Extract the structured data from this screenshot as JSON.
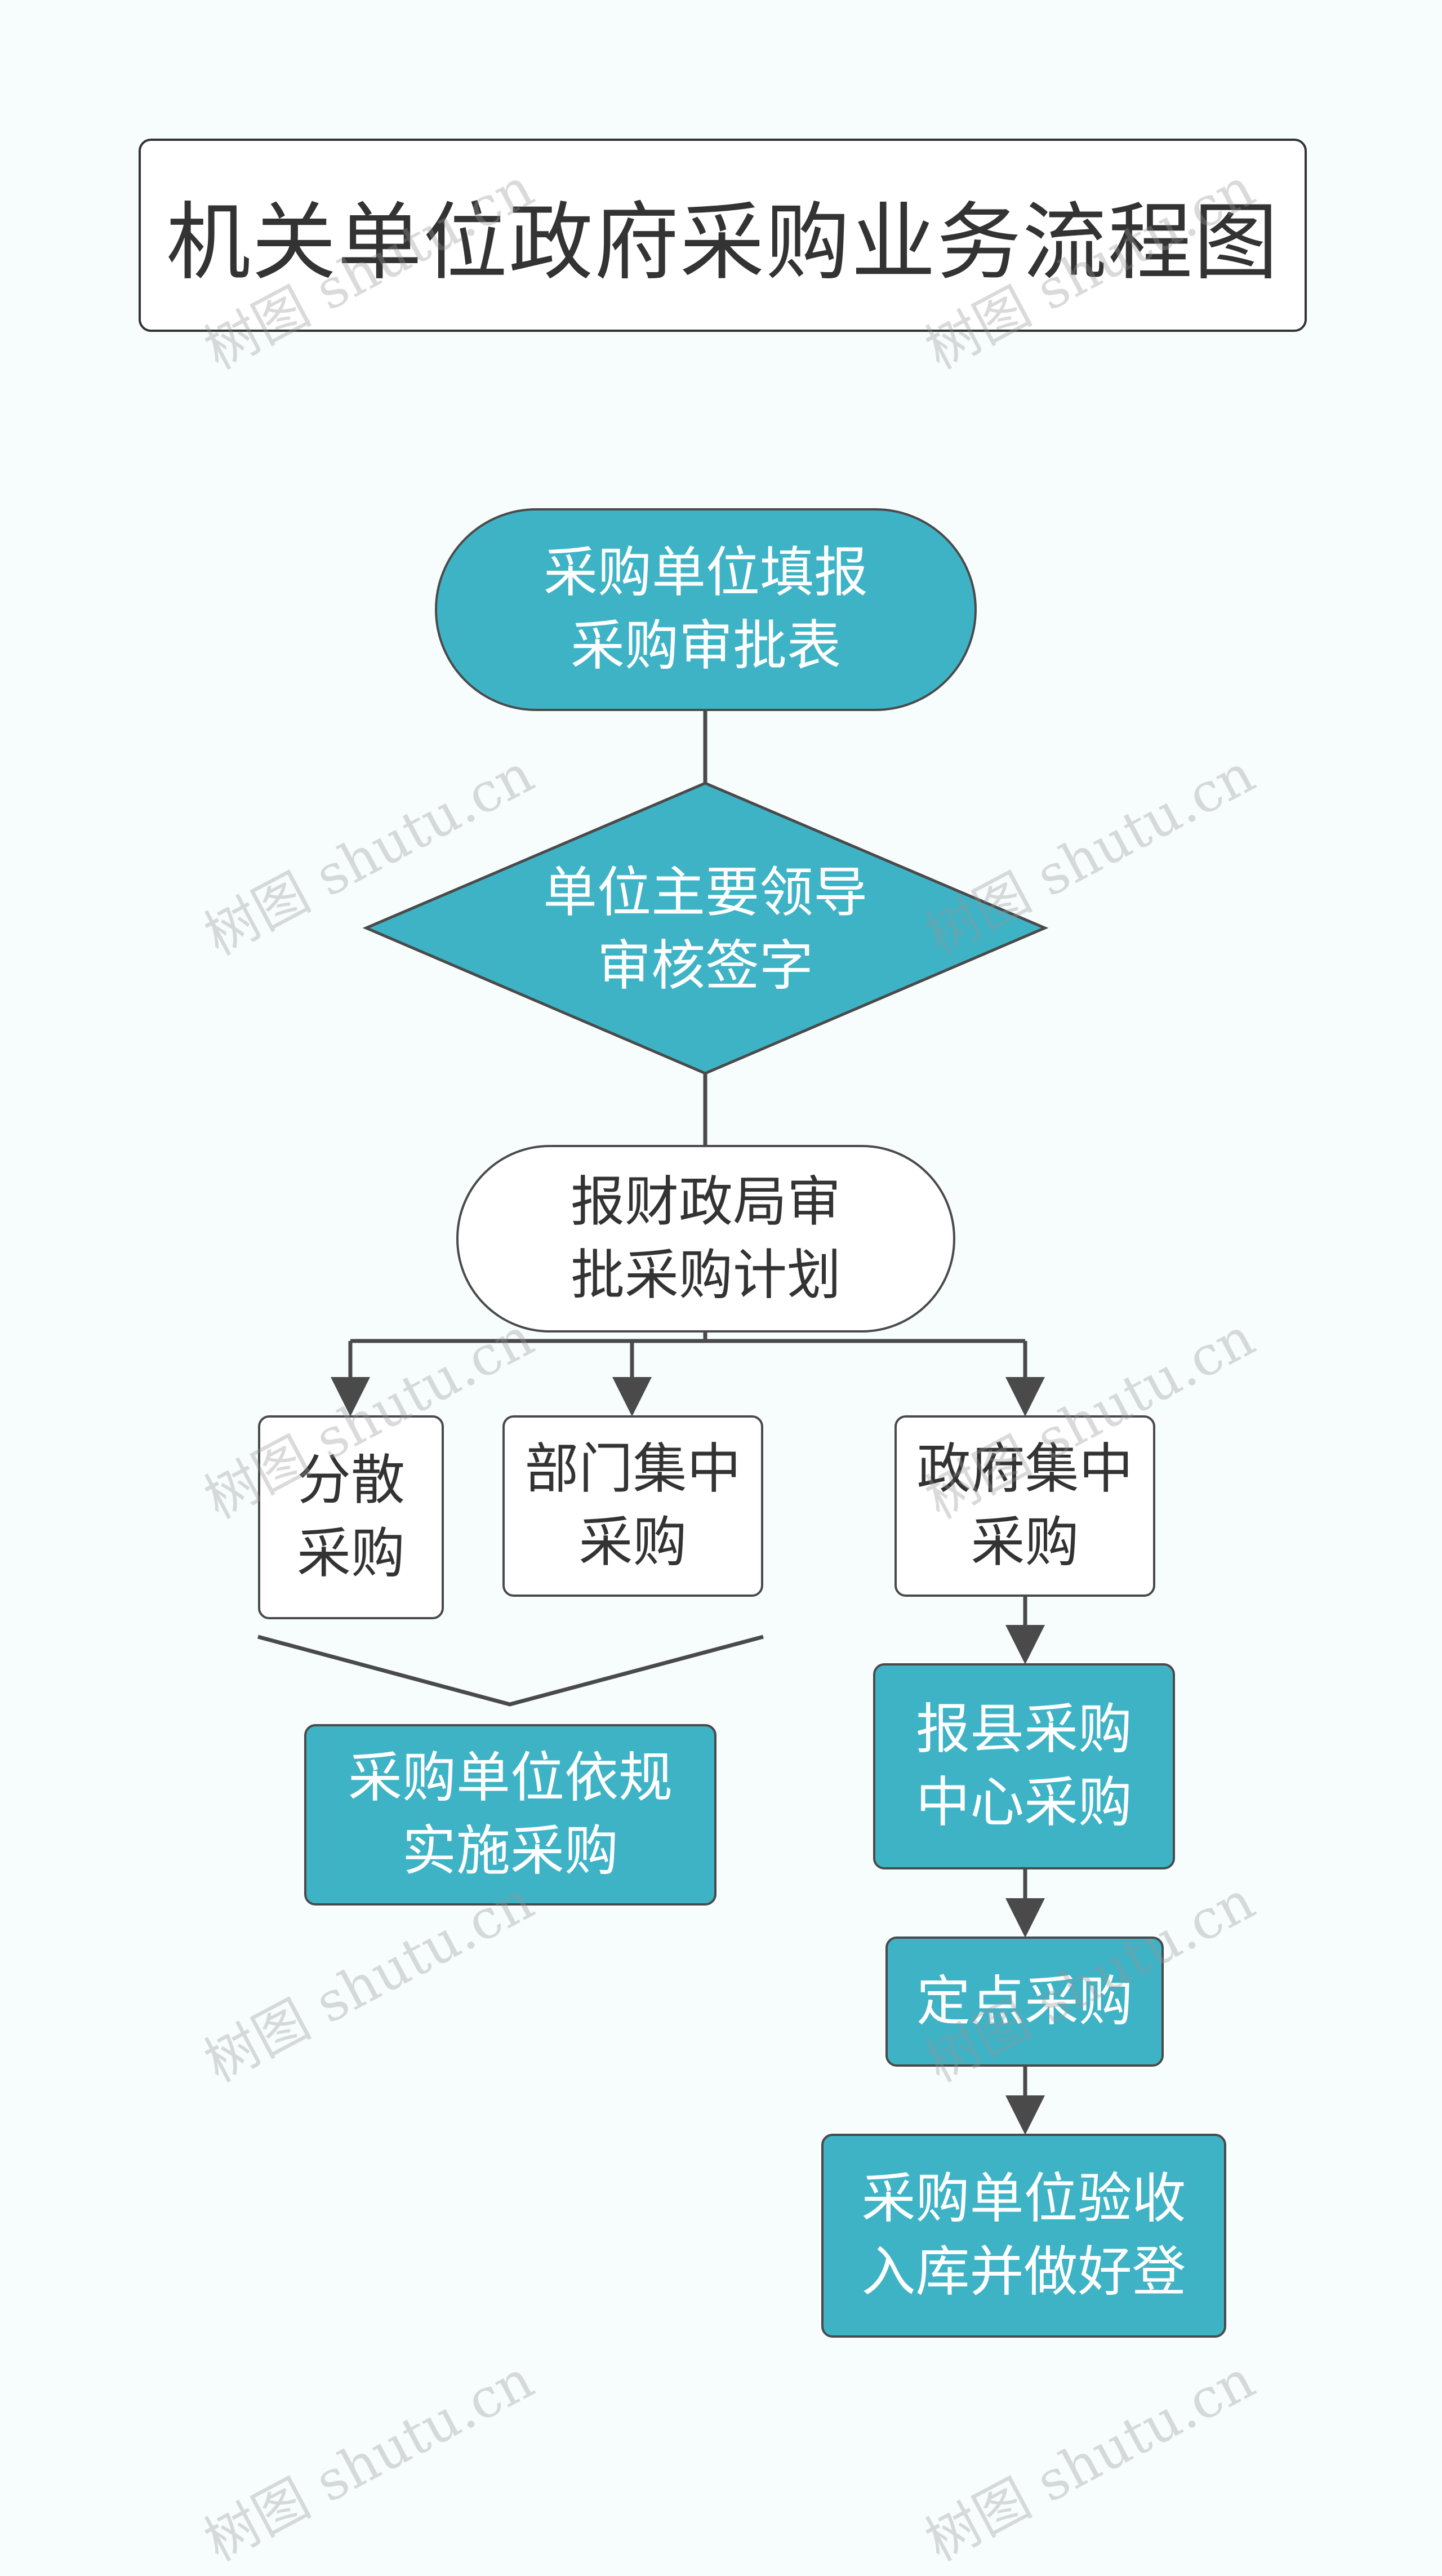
{
  "title": "机关单位政府采购业务流程图",
  "nodes": {
    "start": "采购单位填报\n采购审批表",
    "leader_review": "单位主要领导\n审核签字",
    "finance_approval": "报财政局审\n批采购计划",
    "scattered": "分散\n采购",
    "dept_central": "部门集中\n采购",
    "gov_central": "政府集中\n采购",
    "unit_implement": "采购单位依规\n实施采购",
    "county_center": "报县采购\n中心采购",
    "designated": "定点采购",
    "acceptance": "采购单位验收\n入库并做好登"
  },
  "watermark": "树图 shutu.cn",
  "colors": {
    "teal": "#3eb3c6",
    "border": "#4a4a4a",
    "background": "#f7fdfd"
  }
}
